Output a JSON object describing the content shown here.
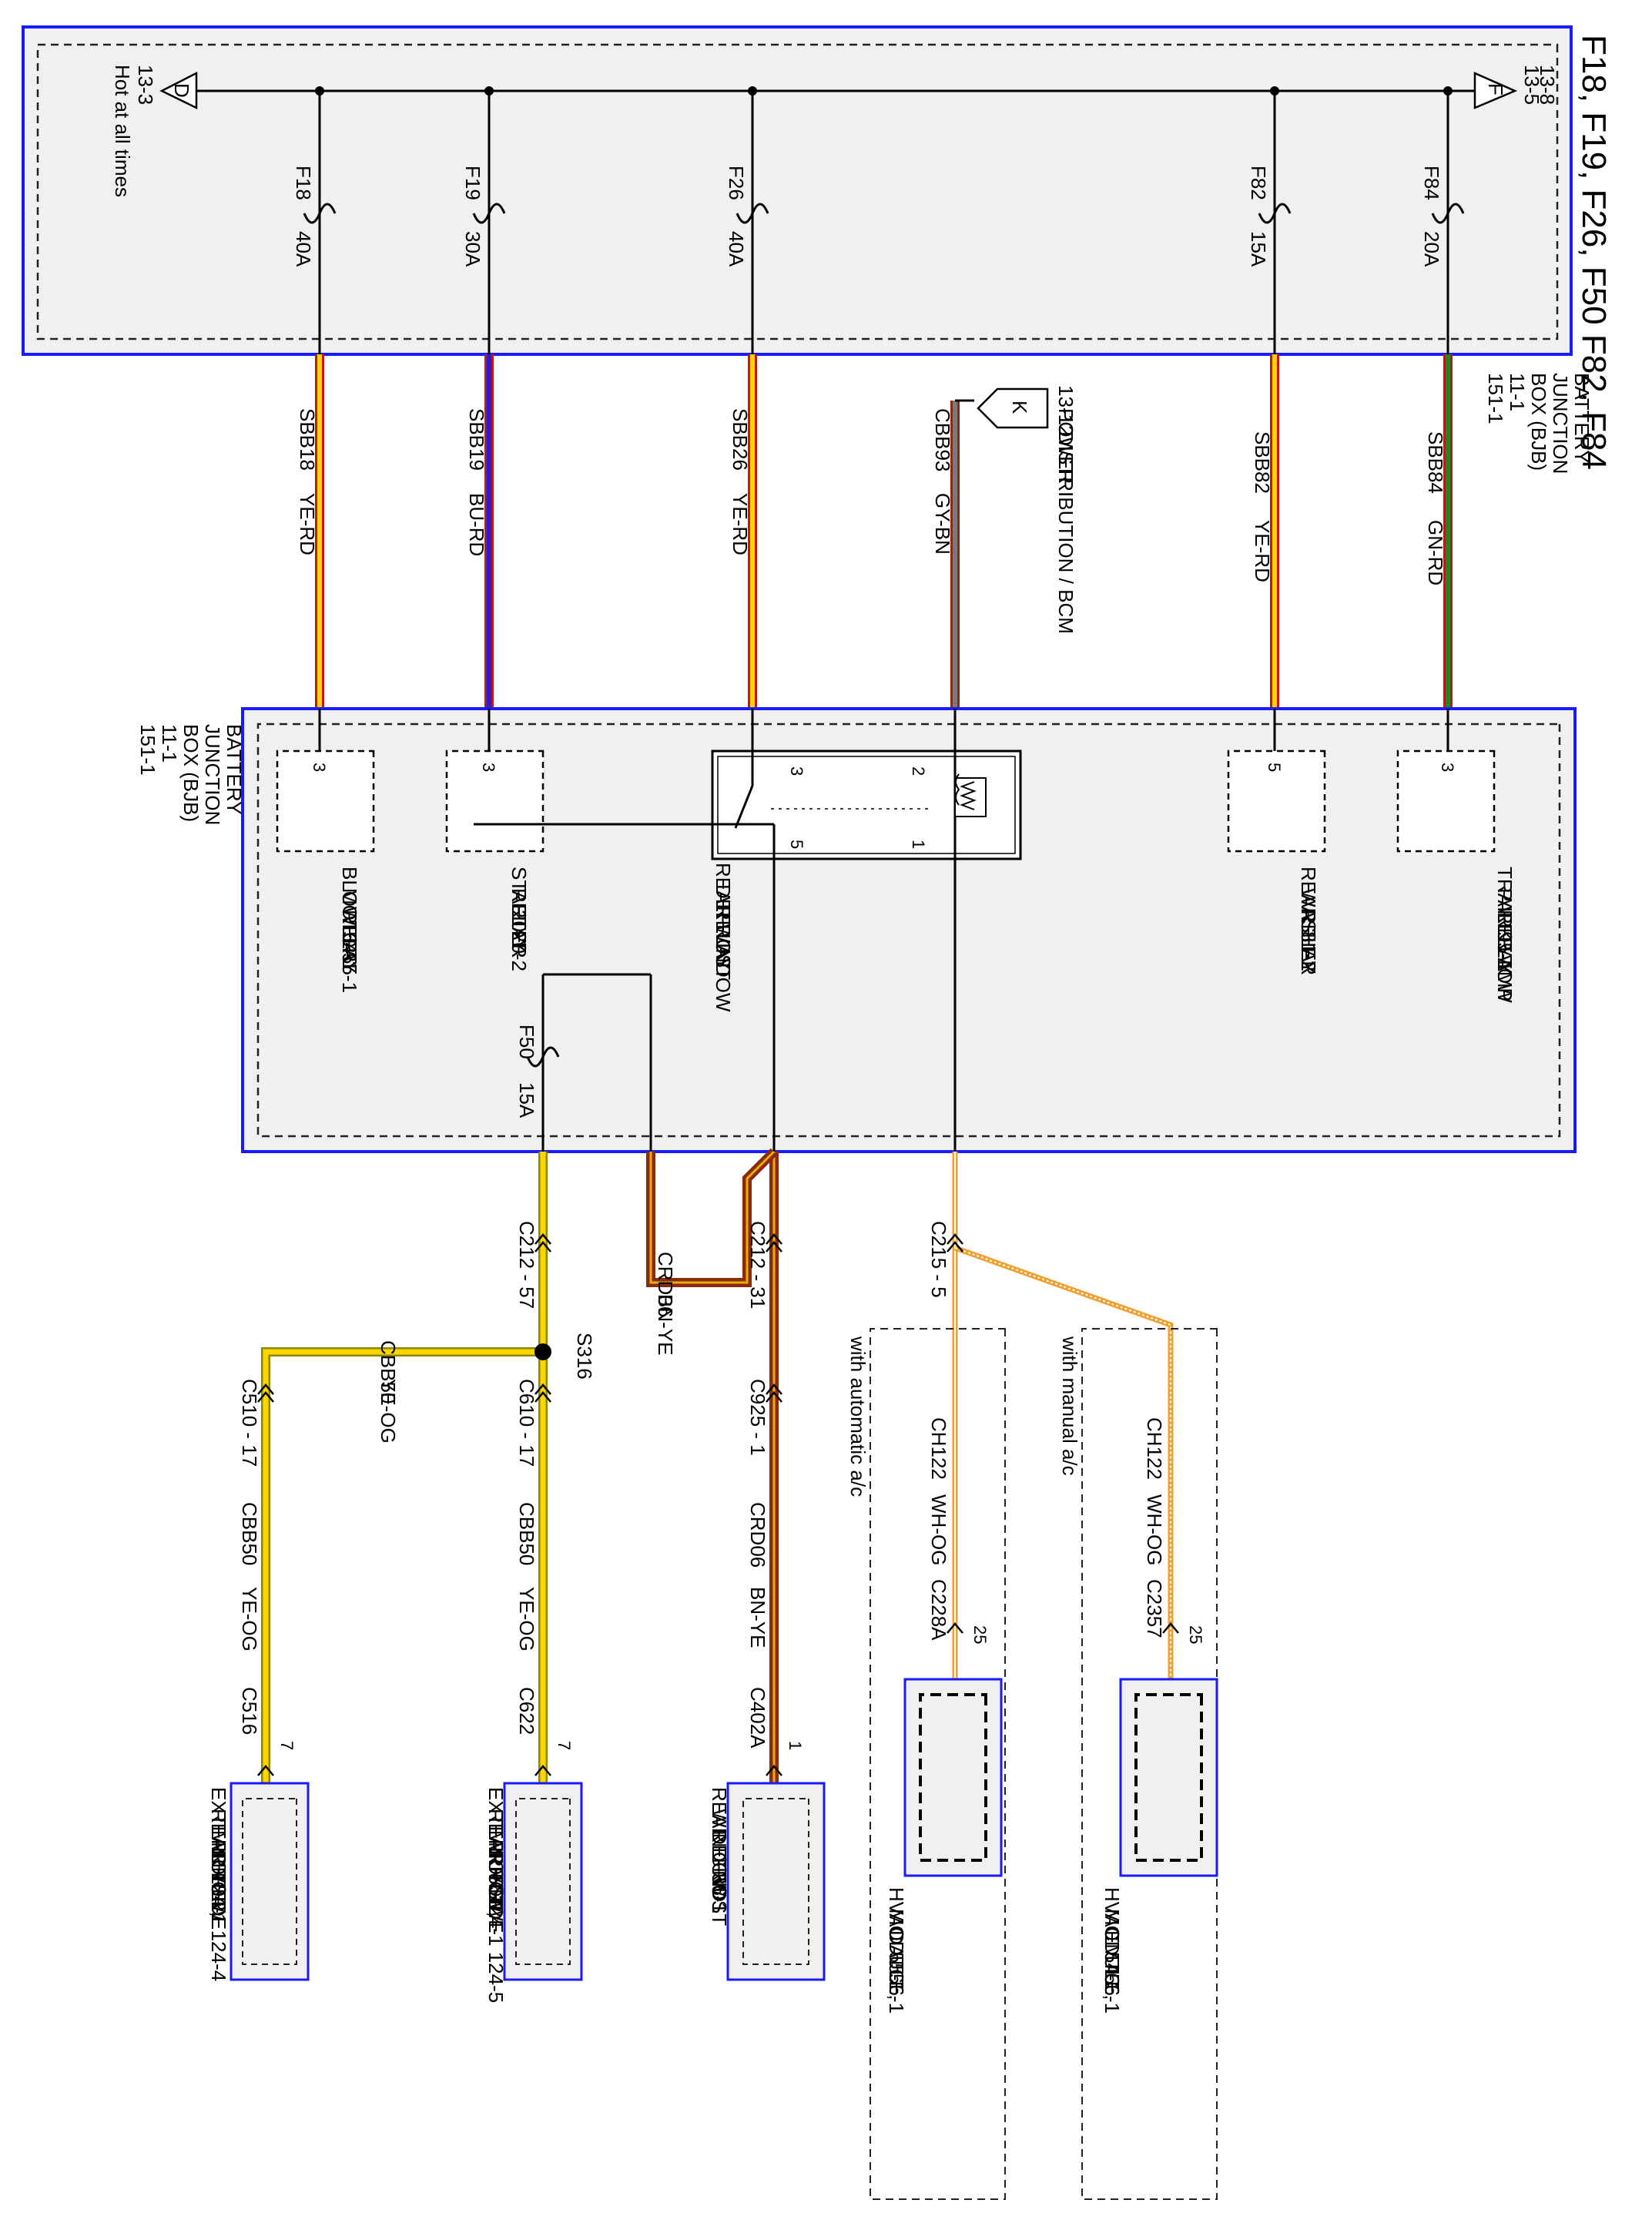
{
  "title": "F18, F19, F26, F50 F82, F84",
  "hot_at_all_times": "Hot at all times",
  "bjb_label": [
    "BATTERY",
    "JUNCTION",
    "BOX (BJB)",
    "11-1",
    "151-1"
  ],
  "ref_d": {
    "letter": "D",
    "page": "13-3"
  },
  "ref_f": {
    "letter": "F",
    "pages": [
      "13-5",
      "13-8"
    ]
  },
  "ref_k": {
    "letter": "K",
    "page": "13-12",
    "name1": "POWER",
    "name2": "DISTRIBUTION / BCM"
  },
  "fuses": [
    {
      "id": "F18",
      "amp": "40A"
    },
    {
      "id": "F19",
      "amp": "30A"
    },
    {
      "id": "F26",
      "amp": "40A"
    },
    {
      "id": "F82",
      "amp": "15A"
    },
    {
      "id": "F84",
      "amp": "20A"
    },
    {
      "id": "F50",
      "amp": "15A"
    }
  ],
  "wires_top": [
    {
      "circuit": "SBB18",
      "color": "YE-RD"
    },
    {
      "circuit": "SBB19",
      "color": "BU-RD"
    },
    {
      "circuit": "SBB26",
      "color": "YE-RD"
    },
    {
      "circuit": "CBB93",
      "color": "GY-BN"
    },
    {
      "circuit": "SBB82",
      "color": "YE-RD"
    },
    {
      "circuit": "SBB84",
      "color": "GN-RD"
    }
  ],
  "relays": [
    {
      "pin": "3",
      "name": [
        "BLOWER",
        "MOTOR",
        "RELAY",
        "54-1",
        "55-1"
      ]
    },
    {
      "pin": "3",
      "name": [
        "STARTER",
        "RELAY",
        "20-1",
        "20-2"
      ]
    },
    {
      "pin": "5",
      "name": [
        "REAR",
        "WASHER",
        "RELAY",
        "81-2"
      ]
    },
    {
      "pin": "3",
      "name": [
        "TRAILER TOW",
        "PARK LAMP",
        "RELAY",
        "95-1"
      ]
    }
  ],
  "rwd_relay": {
    "name": [
      "REAR WINDOW",
      "DEFROST",
      "RELAY"
    ],
    "pins": [
      "3",
      "5",
      "2",
      "1"
    ]
  },
  "connectors": {
    "c212_57": "C212 - 57",
    "c212_31": "C212 - 31",
    "c925_1": "C925 - 1",
    "c215_5": "C215 - 5",
    "s316": "S316",
    "c610_17": "C610 - 17",
    "c510_17": "C510 - 17",
    "c622": "C622",
    "c516": "C516",
    "c402a": "C402A",
    "c228a": "C228A",
    "c2357": "C2357",
    "pin7a": "7",
    "pin7b": "7",
    "pin1": "1",
    "pin25a": "25",
    "pin25b": "25"
  },
  "wires_bottom": {
    "crd06_a": {
      "circuit": "CRD06",
      "color": "BN-YE"
    },
    "crd06_b": {
      "circuit": "CRD06",
      "color": "BN-YE"
    },
    "cbb50_a": {
      "circuit": "CBB50",
      "color": "YE-OG"
    },
    "cbb50_b": {
      "circuit": "CBB50",
      "color": "YE-OG"
    },
    "cbb50_c": {
      "circuit": "CBB50",
      "color": "YE-OG"
    },
    "ch122_a": {
      "circuit": "CH122",
      "color": "WH-OG"
    },
    "ch122_b": {
      "circuit": "CH122",
      "color": "WH-OG"
    }
  },
  "options": {
    "auto": "with automatic a/c",
    "manual": "with manual a/c"
  },
  "components": [
    {
      "name": [
        "EXTERIOR",
        "REAR VIEW",
        "MIRROR,",
        "LH SIDE",
        "124-1  124-4"
      ]
    },
    {
      "name": [
        "EXTERIOR",
        "REAR VIEW",
        "MIRROR,",
        "RH SIDE",
        "56-1",
        "124-1  124-5"
      ]
    },
    {
      "name": [
        "REAR",
        "WINDOW",
        "DEFROST",
        "GRID",
        "56-1"
      ]
    },
    {
      "name": [
        "HVAC",
        "MODULE,",
        "DATC",
        "55-1",
        "56-1"
      ]
    },
    {
      "name": [
        "HVAC",
        "MODULE,",
        "EMTC",
        "54-1",
        "56-1"
      ]
    }
  ],
  "colors": {
    "box_border": "#1a1aff",
    "yellow": "#ffd400",
    "blue": "#2a1fd0",
    "green": "#1a8a1a",
    "red": "#c01818",
    "brown": "#8b2a10",
    "orange": "#f0a030",
    "gray": "#7a7a7a",
    "fill": "#f0f0f0"
  }
}
